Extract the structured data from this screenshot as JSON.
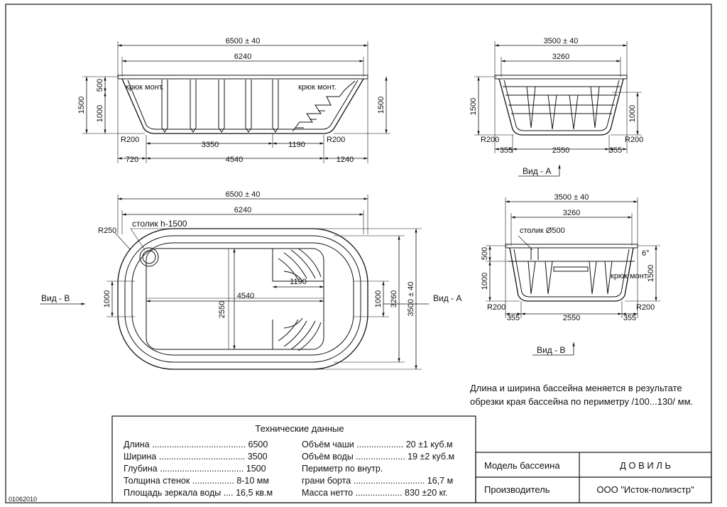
{
  "side_view": {
    "overall": "6500 ± 40",
    "inner": "6240",
    "h_total": "1500",
    "h_top": "500",
    "h_mid": "1000",
    "h_right": "1500",
    "hook_left": "крюк монт.",
    "hook_right": "крюк монт.",
    "r_left": "R200",
    "r_right": "R200",
    "d_3350": "3350",
    "d_1190": "1190",
    "d_720": "720",
    "d_4540": "4540",
    "d_1240": "1240"
  },
  "end_view_a": {
    "overall": "3500 ± 40",
    "inner": "3260",
    "h_left": "1500",
    "h_right": "1000",
    "r_left": "R200",
    "r_right": "R200",
    "d_355_l": "355",
    "d_2550": "2550",
    "d_355_r": "355",
    "view_label": "Вид - А"
  },
  "plan_view": {
    "overall": "6500 ± 40",
    "inner": "6240",
    "r250": "R250",
    "table": "столик h-1500",
    "d_1190": "1190",
    "d_4540": "4540",
    "d_2550": "2550",
    "d_1000_l": "1000",
    "d_1000_r": "1000",
    "d_3260": "3260",
    "d_3500": "3500 ± 40",
    "view_b": "Вид - В",
    "view_a": "Вид - А"
  },
  "end_view_b": {
    "overall": "3500 ± 40",
    "inner": "3260",
    "table": "столик Ø500",
    "h_500": "500",
    "h_1000": "1000",
    "angle": "6°",
    "h_1500": "1500",
    "hook": "крюк монт.",
    "r_left": "R200",
    "r_right": "R200",
    "d_355_l": "355",
    "d_2550": "2550",
    "d_355_r": "355",
    "view_label": "Вид - В"
  },
  "note": {
    "line1": "Длина и ширина бассейна меняется в результате",
    "line2": "обрезки края бассейна по периметру /100...130/ мм."
  },
  "specs": {
    "title": "Технические данные",
    "left": [
      "Длина ...................................... 6500",
      "Ширина ................................... 3500",
      "Глубина .................................. 1500",
      "Толщина стенок ................. 8-10 мм",
      "Площадь зеркала воды .... 16,5 кв.м"
    ],
    "right": [
      "Объём чаши ................... 20 ±1 куб.м",
      "Объём воды .................... 19 ±2 куб.м",
      "Периметр по внутр.",
      "грани борта ............................. 16,7 м",
      "Масса нетто ................... 830 ±20 кг."
    ]
  },
  "title_block": {
    "model_label": "Модель бассеина",
    "model_value": "Д О В И Л Ь",
    "maker_label": "Производитель",
    "maker_value": "ООО \"Исток-полиэстр\""
  },
  "doc_code": "01062010"
}
